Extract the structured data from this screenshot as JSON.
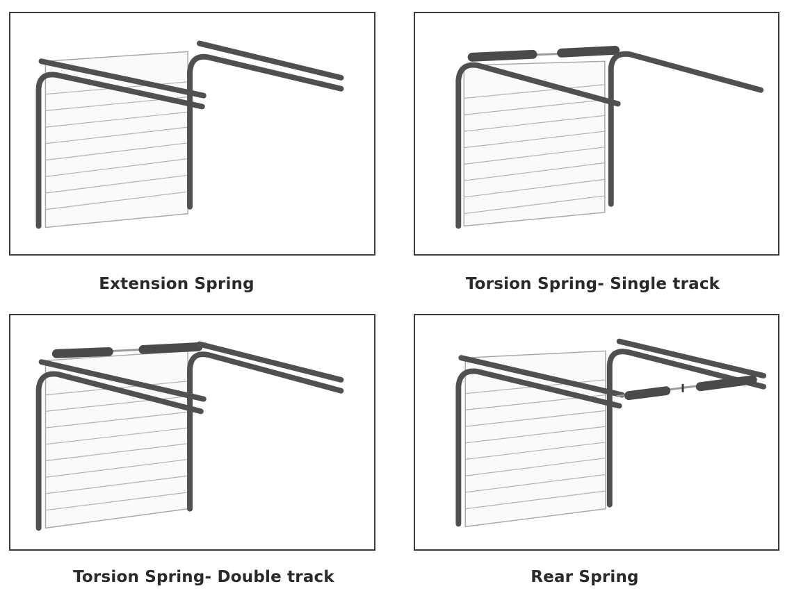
{
  "figure": {
    "colors": {
      "track": "#505050",
      "door_fill": "#fafafa",
      "slat": "#a8a8a8",
      "frame": "#3b3b3b"
    },
    "panels": [
      {
        "caption": "Extension Spring"
      },
      {
        "caption": "Torsion Spring- Single track"
      },
      {
        "caption": "Torsion Spring- Double track"
      },
      {
        "caption": "Rear Spring"
      }
    ]
  }
}
